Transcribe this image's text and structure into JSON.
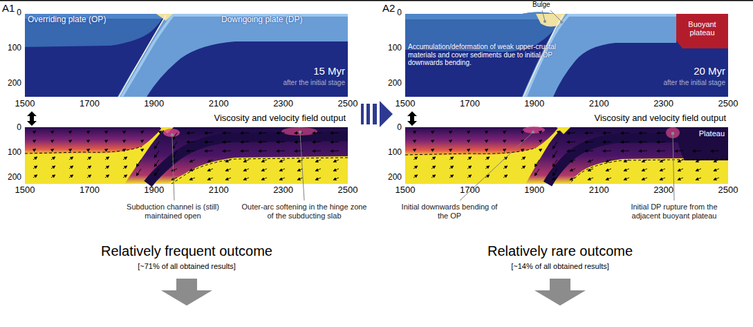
{
  "diagram": {
    "nodes": [
      {
        "text": [
          "Buoyant plateau"
        ]
      }
    ],
    "labels": [
      "A1",
      "0",
      "100",
      "200",
      "Overriding plate (OP)",
      "Downgoing plate (DP)",
      "15 Myr",
      "after the initial stage",
      "1500",
      "1700",
      "1900",
      "2100",
      "2300",
      "2500",
      "Viscosity and velocity field output",
      "0",
      "100",
      "200",
      "1500",
      "1700",
      "1900",
      "2100",
      "2300",
      "2500",
      "Subduction channel is (still) maintained open",
      "Outer-arc softening in the hinge zone of the subducting slab",
      "Relatively frequent outcome",
      "[~71% of all obtained results]",
      "A2",
      "Bulge",
      "0",
      "100",
      "200",
      "Accumulation/deformation of weak upper-crustal materials and cover sediments due to initial OP downwards bending.",
      "20 Myr",
      "after the initial stage",
      "1500",
      "1700",
      "1900",
      "2100",
      "2300",
      "2500",
      "Viscosity and velocity field output",
      "Plateau",
      "0",
      "100",
      "200",
      "1500",
      "1700",
      "1900",
      "2100",
      "2300",
      "2500",
      "Initial downwards bending of the OP",
      "Initial DP rupture from the adjacent buoyant plateau",
      "Relatively rare outcome",
      "[~14% of all obtained results]"
    ]
  }
}
